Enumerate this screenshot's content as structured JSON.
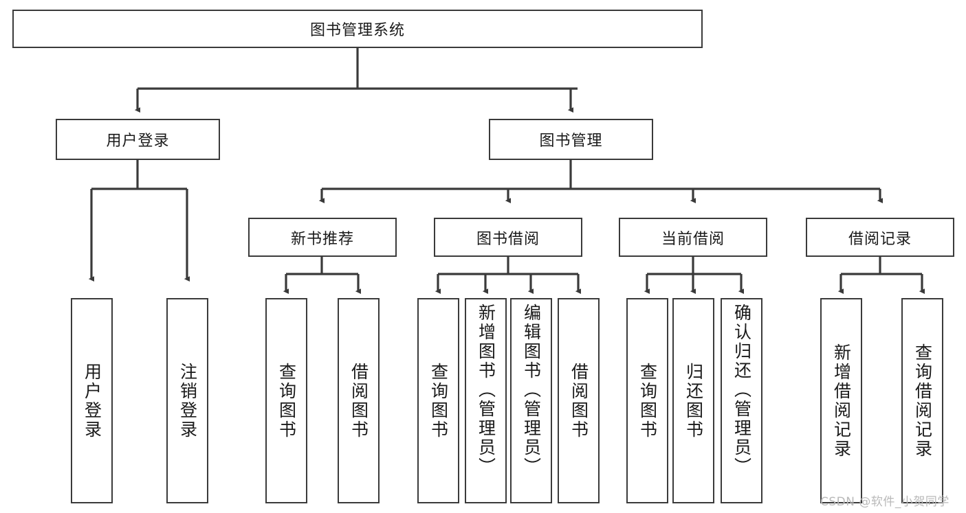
{
  "diagram": {
    "title": "图书管理系统",
    "type": "functional-structure-tree",
    "colors": {
      "box_border": "#3a3a3a",
      "box_fill": "#ffffff",
      "edge": "#3a3a3a",
      "text": "#1a1a1a",
      "watermark": "#b9b9b9",
      "background": "#ffffff"
    },
    "root": {
      "label": "图书管理系统"
    },
    "level2": [
      {
        "id": "user-login",
        "label": "用户登录"
      },
      {
        "id": "book-manage",
        "label": "图书管理"
      }
    ],
    "level3": [
      {
        "id": "new-book-recommend",
        "label": "新书推荐"
      },
      {
        "id": "book-borrow",
        "label": "图书借阅"
      },
      {
        "id": "current-borrow",
        "label": "当前借阅"
      },
      {
        "id": "borrow-record",
        "label": "借阅记录"
      }
    ],
    "leaves": {
      "user-login": [
        {
          "id": "leaf-user-login",
          "label": "用户登录"
        },
        {
          "id": "leaf-logout-login",
          "label": "注销登录"
        }
      ],
      "new-book-recommend": [
        {
          "id": "leaf-query-book-1",
          "label": "查询图书"
        },
        {
          "id": "leaf-borrow-book-1",
          "label": "借阅图书"
        }
      ],
      "book-borrow": [
        {
          "id": "leaf-query-book-2",
          "label": "查询图书"
        },
        {
          "id": "leaf-add-book-admin",
          "label": "新增图书（管理员）"
        },
        {
          "id": "leaf-edit-book-admin",
          "label": "编辑图书（管理员）"
        },
        {
          "id": "leaf-borrow-book-2",
          "label": "借阅图书"
        }
      ],
      "current-borrow": [
        {
          "id": "leaf-query-book-3",
          "label": "查询图书"
        },
        {
          "id": "leaf-return-book",
          "label": "归还图书"
        },
        {
          "id": "leaf-confirm-return-admin",
          "label": "确认归还（管理员）"
        }
      ],
      "borrow-record": [
        {
          "id": "leaf-add-borrow-record",
          "label": "新增借阅记录"
        },
        {
          "id": "leaf-query-borrow-record",
          "label": "查询借阅记录"
        }
      ]
    },
    "watermark": "CSDN @软件_小贺同学"
  }
}
